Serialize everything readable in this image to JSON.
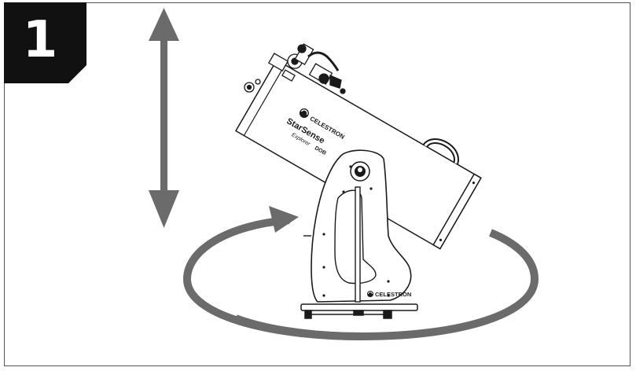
{
  "step": {
    "number": "1"
  },
  "telescope": {
    "brand_tube": "CELESTRON",
    "model_line1": "StarSense",
    "model_line2": "Explorer",
    "model_line3": "DOB",
    "brand_base": "CELESTRON"
  },
  "colors": {
    "badge": "#111111",
    "arrow": "#6b6b6b",
    "ring": "#6b6b6b",
    "line": "#1a1a1a",
    "frame": "#555555"
  },
  "icons": {
    "vertical_arrow": "double-headed-arrow-up-down",
    "rotation_ring": "circular-rotation-arrow",
    "celestron_logo": "celestron-swirl-logo"
  }
}
